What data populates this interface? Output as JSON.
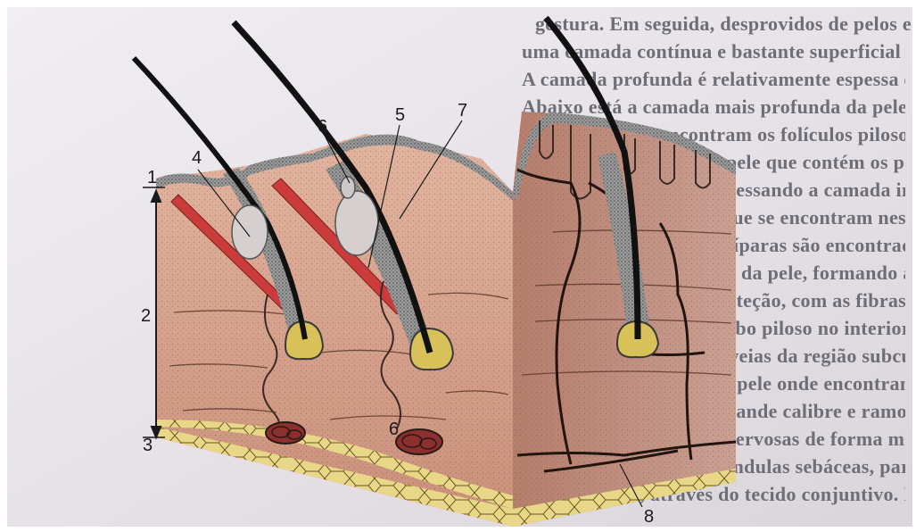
{
  "page": {
    "background_text": [
      "gestura. Em seguida, desprovidos de pelos e entrando forma",
      "uma camada contínua e bastante superficial dessa camada,",
      "A camada profunda é relativamente espessa e constituída",
      "Abaixo está a camada mais profunda da pele de forma superficial,",
      "ficial em que se encontram os folículos pilosos e o fundo",
      "presente nas regiões da pele que contém os pelos que",
      "penetram a derme, atravessando a camada imediatamente",
      "ou estruturas próprias que se encontram nestas camadas.",
      "tura. As glândulas sudoríparas são encontradas nesses",
      "encontram-se no interior da pele, formando a sua cerca",
      "função sensorial e de proteção, com as fibras que",
      "circulam ao redor do bulbo piloso no interior da pele ao",
      "circuito pelas artérias e veias da região subcutânea de",
      "paralelas à superfície da pele onde encontramos os vasos",
      "que formam plexos de grande calibre e ramos que formam",
      "estruturas vasculares e nervosas de forma mais ou menos",
      "externa da pele e das glândulas sebáceas, para a sua",
      "conectividade, através do tecido conjuntivo. Por"
    ]
  },
  "figure": {
    "labels": {
      "l1": "1",
      "l2": "2",
      "l3": "3",
      "l4": "4",
      "l5": "5",
      "l6a": "6",
      "l6b": "6",
      "l7": "7",
      "l8": "8"
    },
    "colors": {
      "skin": "#d9a48d",
      "skin_dark": "#b9826f",
      "epidermis": "#8a8a8a",
      "muscle": "#cc3b3b",
      "fat": "#e6d27a",
      "vessel": "#2a1a14",
      "paper": "#e7e3e8"
    }
  }
}
